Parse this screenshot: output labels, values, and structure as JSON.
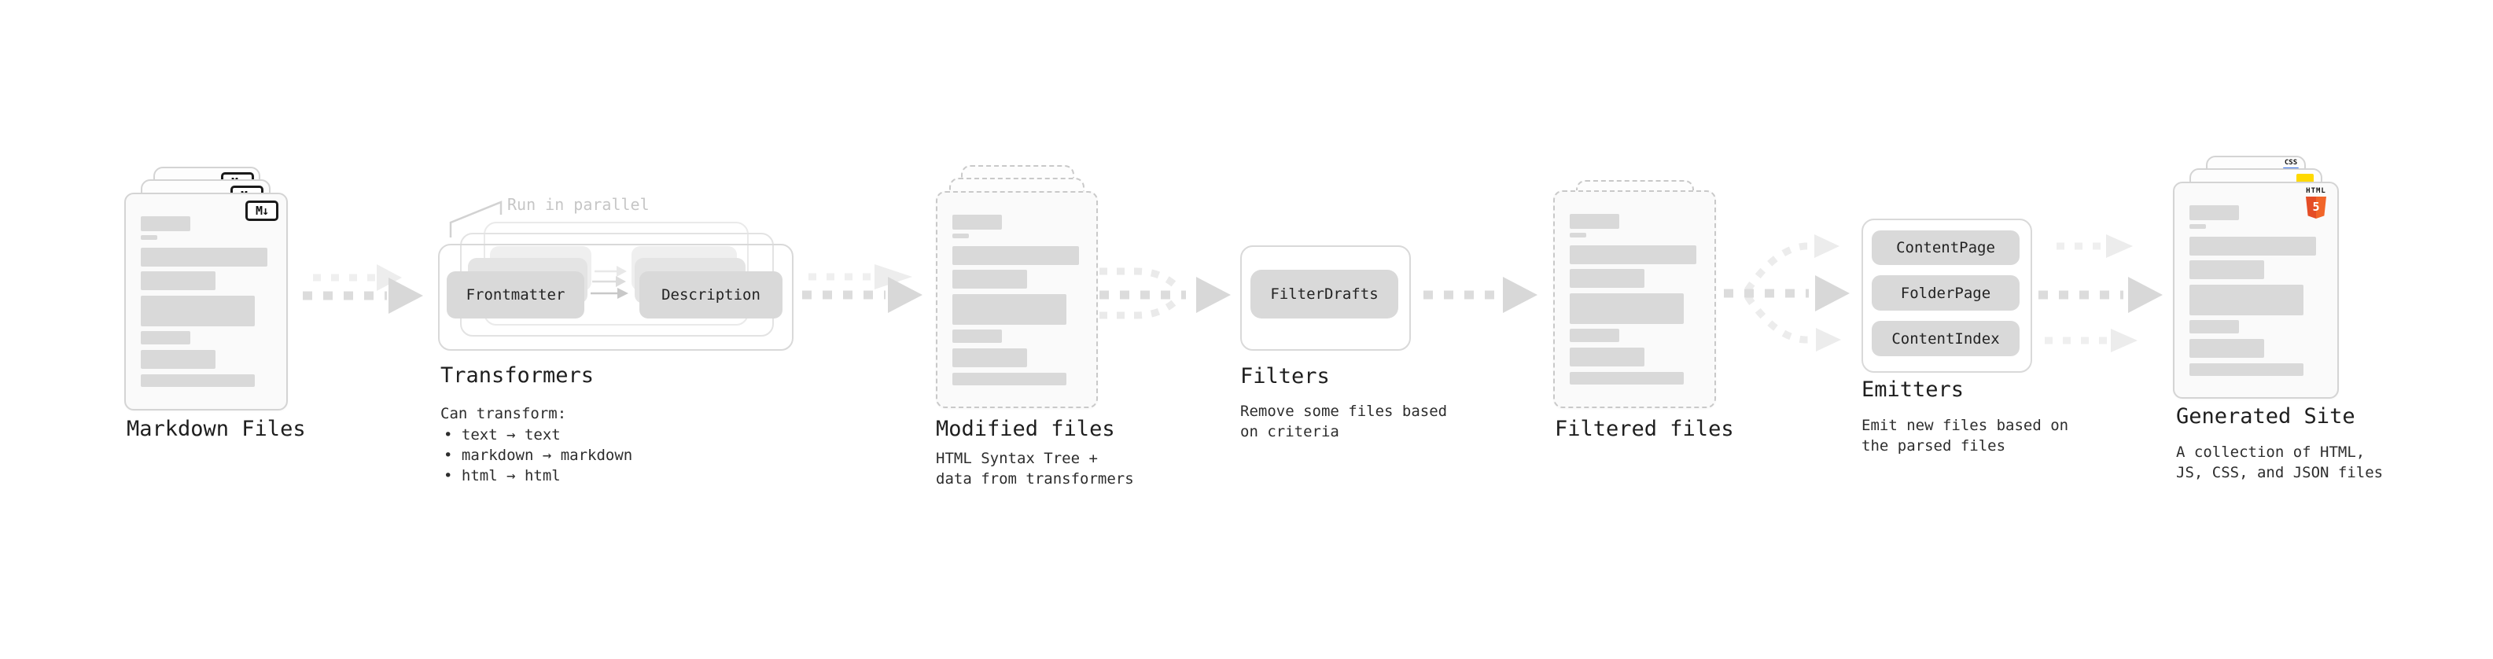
{
  "colors": {
    "background": "#ffffff",
    "text": "#1f1f1f",
    "muted_annotation": "#c6c6c6",
    "card_fill": "#fafafa",
    "card_border": "#d4d4d4",
    "placeholder_bar": "#d9d9d9",
    "node_fill": "#d9d9d9",
    "arrow": "#d8d8d8",
    "html5_orange": "#e44d26",
    "js_yellow": "#ffd900",
    "css_blue": "#2f6be4",
    "markdown_badge_border": "#1a1a1a"
  },
  "markdown_files": {
    "label": "Markdown Files",
    "badge": "M↓"
  },
  "transformers": {
    "label": "Transformers",
    "annotation": "Run in parallel",
    "node_frontmatter": "Frontmatter",
    "node_description": "Description",
    "subtitle": "Can transform:",
    "bullets": [
      "• text → text",
      "• markdown → markdown",
      "• html → html"
    ]
  },
  "modified_files": {
    "label": "Modified files",
    "desc": "HTML Syntax Tree +\ndata from transformers"
  },
  "filters": {
    "label": "Filters",
    "node": "FilterDrafts",
    "desc": "Remove some files based\non criteria"
  },
  "filtered_files": {
    "label": "Filtered files"
  },
  "emitters": {
    "label": "Emitters",
    "nodes": [
      "ContentPage",
      "FolderPage",
      "ContentIndex"
    ],
    "desc": "Emit new files based on\nthe parsed files"
  },
  "generated_site": {
    "label": "Generated Site",
    "desc": "A collection of HTML,\nJS, CSS, and JSON files",
    "badge_css": "CSS",
    "badge_html_word": "HTML",
    "badge_html_number": "5"
  }
}
